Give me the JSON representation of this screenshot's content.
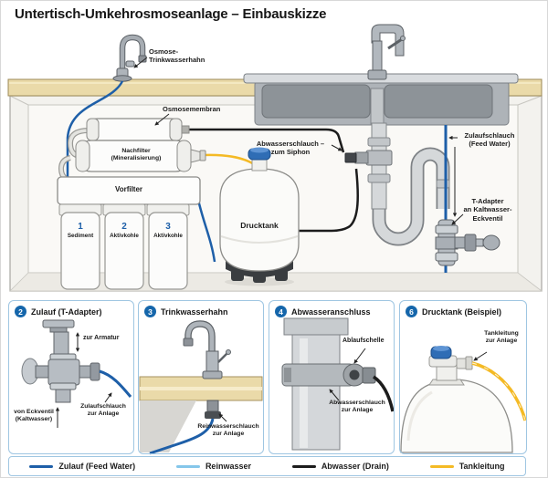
{
  "title": "Untertisch-Umkehrosmoseanlage – Einbauskizze",
  "colors": {
    "feed_water_blue": "#1e5fa8",
    "pure_water_lightblue": "#85c6ea",
    "drain_black": "#1c1c1c",
    "tank_line_yellow": "#f4ba25",
    "panel_border_blue": "#9fc6e2",
    "number_badge_blue": "#1566ab",
    "countertop_beige": "#eadaa9"
  },
  "diagram": {
    "faucet_label": {
      "line1": "Osmose-",
      "line2": "Trinkwasserhahn"
    },
    "membrane_label": "Osmosemembran",
    "postfilter_label": {
      "line1": "Nachfilter",
      "line2": "(Mineralisierung)"
    },
    "prefilter_label": "Vorfilter",
    "filters": [
      {
        "number": "1",
        "type": "Sediment"
      },
      {
        "number": "2",
        "type": "Aktivkohle"
      },
      {
        "number": "3",
        "type": "Aktivkohle"
      }
    ],
    "tank_label": "Drucktank",
    "drain_hose_label": {
      "line1": "Abwasserschlauch –",
      "line2": "zum Siphon"
    },
    "feed_hose_label": {
      "line1": "Zulaufschlauch",
      "line2": "(Feed Water)"
    },
    "t_adapter_label": {
      "line1": "T-Adapter",
      "line2": "an Kaltwasser-",
      "line3": "Eckventil"
    }
  },
  "panels": [
    {
      "number": "2",
      "title": "Zulauf (T-Adapter)",
      "labels": {
        "to_fixture": "zur Armatur",
        "from_valve_line1": "von Eckventil",
        "from_valve_line2": "(Kaltwasser)",
        "hose_line1": "Zulaufschlauch",
        "hose_line2": "zur Anlage"
      }
    },
    {
      "number": "3",
      "title": "Trinkwasserhahn",
      "labels": {
        "hose_line1": "Reinwasserschlauch",
        "hose_line2": "zur Anlage"
      }
    },
    {
      "number": "4",
      "title": "Abwasseranschluss",
      "labels": {
        "clamp": "Ablaufschelle",
        "hose_line1": "Abwasserschlauch",
        "hose_line2": "zur Anlage"
      }
    },
    {
      "number": "6",
      "title": "Drucktank (Beispiel)",
      "labels": {
        "hose_line1": "Tankleitung",
        "hose_line2": "zur Anlage"
      }
    }
  ],
  "legend": {
    "items": [
      {
        "label": "Zulauf (Feed Water)",
        "color": "#1e5fa8"
      },
      {
        "label": "Reinwasser",
        "color": "#85c6ea"
      },
      {
        "label": "Abwasser (Drain)",
        "color": "#1c1c1c"
      },
      {
        "label": "Tankleitung",
        "color": "#f4ba25"
      }
    ]
  }
}
